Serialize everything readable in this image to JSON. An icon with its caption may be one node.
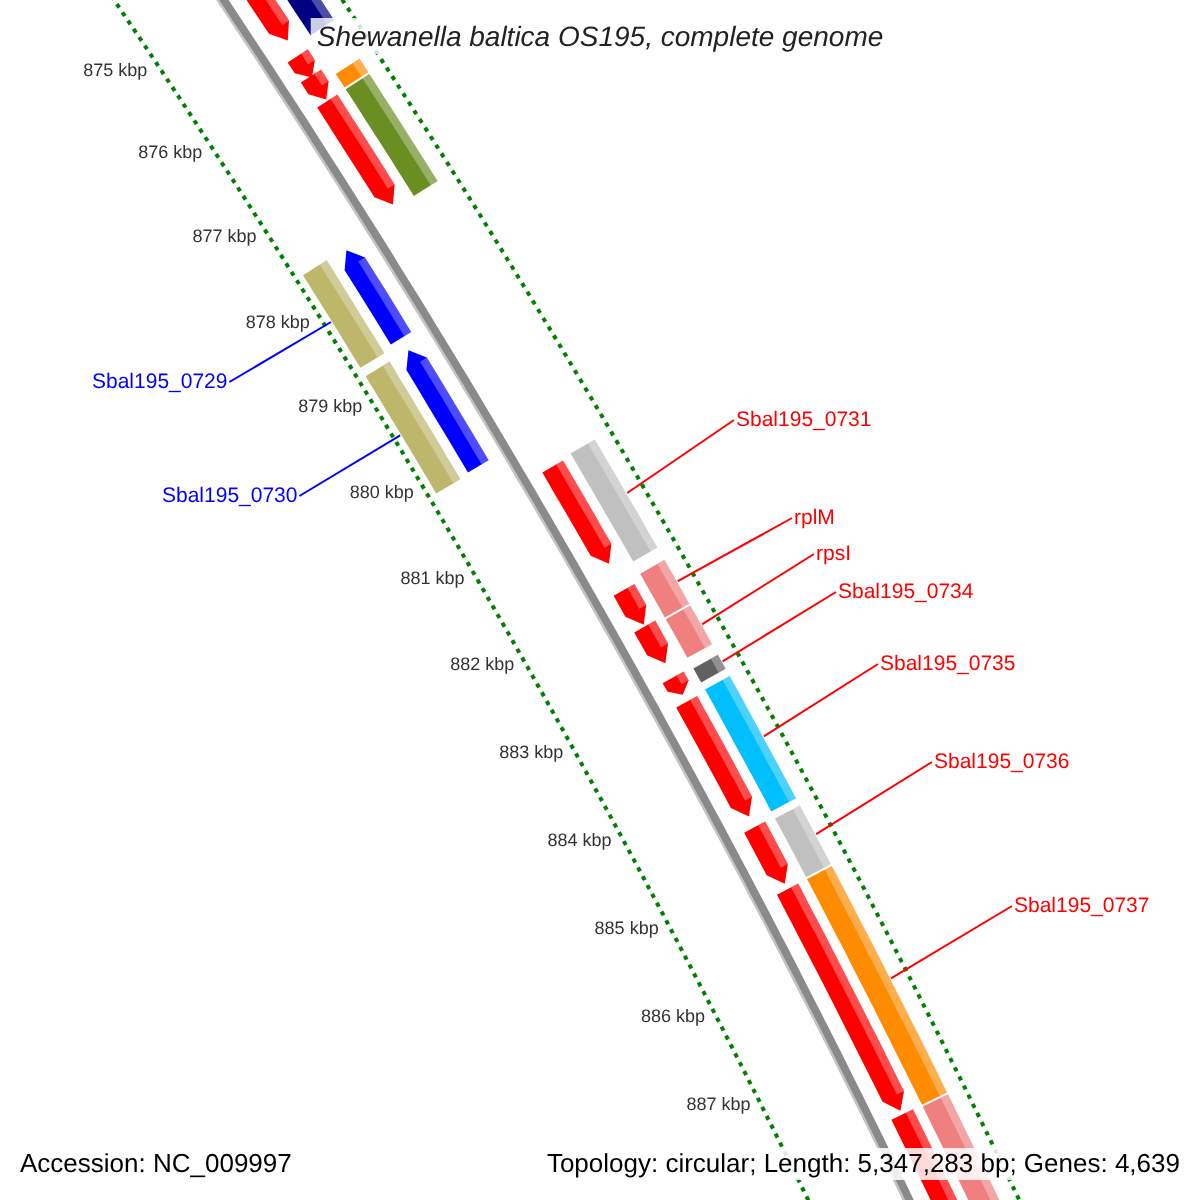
{
  "diagram": {
    "title": "Shewanella baltica OS195, complete genome",
    "nodes": [
      {
        "text": [
          "Sbal195_0729"
        ]
      },
      {
        "text": [],
        "shape": "bar"
      },
      {
        "text": [
          "Sbal195_0730"
        ]
      },
      {
        "text": [],
        "shape": "bar"
      },
      {
        "text": [
          "Sbal195_0731"
        ]
      },
      {
        "text": [],
        "shape": "bar"
      },
      {
        "text": [
          "rplM"
        ]
      },
      {
        "text": [],
        "shape": "bar"
      },
      {
        "text": [
          "rpsI"
        ]
      },
      {
        "text": [],
        "shape": "bar"
      },
      {
        "text": [
          "Sbal195_0734"
        ]
      },
      {
        "text": [],
        "shape": "bar"
      },
      {
        "text": [
          "Sbal195_0735"
        ]
      },
      {
        "text": [],
        "shape": "bar"
      },
      {
        "text": [
          "Sbal195_0736"
        ]
      },
      {
        "text": [],
        "shape": "bar"
      },
      {
        "text": [
          "Sbal195_0737"
        ]
      },
      {
        "text": [],
        "shape": "bar"
      }
    ],
    "edges": [
      {
        "from": 0,
        "to": 1,
        "arrow": "none",
        "color": "#0000ff"
      },
      {
        "from": 2,
        "to": 3,
        "arrow": "none",
        "color": "#0000ff"
      },
      {
        "from": 4,
        "to": 5,
        "arrow": "none"
      },
      {
        "from": 6,
        "to": 7,
        "arrow": "none"
      },
      {
        "from": 8,
        "to": 9,
        "arrow": "none"
      },
      {
        "from": 10,
        "to": 11,
        "arrow": "none"
      },
      {
        "from": 12,
        "to": 13,
        "arrow": "none"
      },
      {
        "from": 14,
        "to": 15,
        "arrow": "none"
      },
      {
        "from": 16,
        "to": 17,
        "arrow": "none"
      }
    ],
    "labels": [
      "875 kbp",
      "876 kbp",
      "877 kbp",
      "878 kbp",
      "879 kbp",
      "880 kbp",
      "881 kbp",
      "882 kbp",
      "883 kbp",
      "884 kbp",
      "885 kbp",
      "886 kbp",
      "887 kbp",
      "Accession: NC_009997",
      "Topology: circular; Length: 5,347,283 bp; Genes: 4,639"
    ]
  }
}
